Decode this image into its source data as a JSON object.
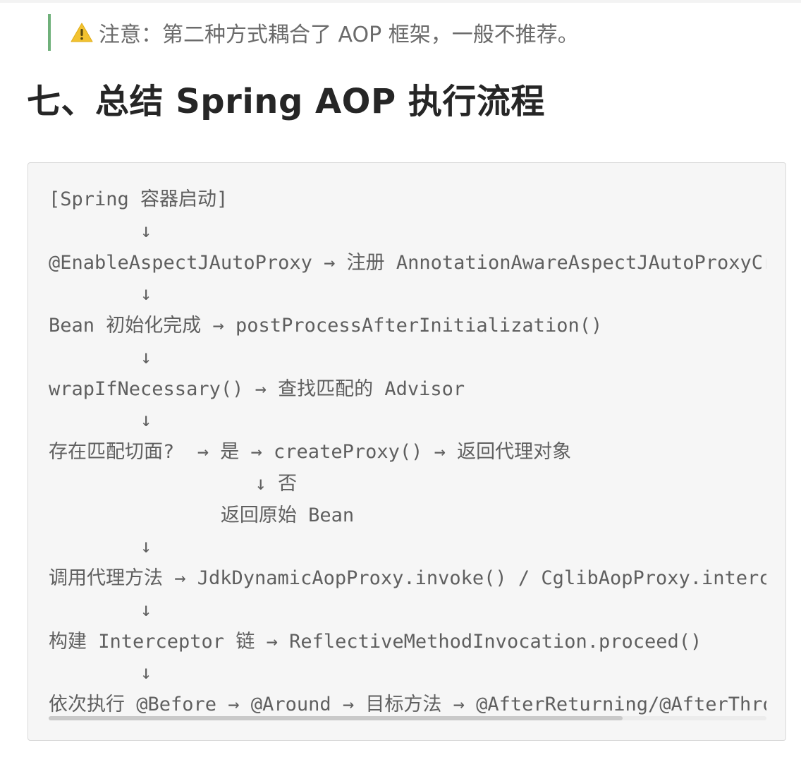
{
  "note": {
    "icon": "warning-icon",
    "text": "注意：第二种方式耦合了 AOP 框架，一般不推荐。",
    "accent_color": "#6fb07a",
    "icon_color": "#f2c230"
  },
  "section": {
    "title": "七、总结 Spring AOP 执行流程"
  },
  "code": {
    "lines": [
      "[Spring 容器启动]",
      "        ↓",
      "@EnableAspectJAutoProxy → 注册 AnnotationAwareAspectJAutoProxyCreator",
      "        ↓",
      "Bean 初始化完成 → postProcessAfterInitialization()",
      "        ↓",
      "wrapIfNecessary() → 查找匹配的 Advisor",
      "        ↓",
      "存在匹配切面?  → 是 → createProxy() → 返回代理对象",
      "                  ↓ 否",
      "               返回原始 Bean",
      "        ↓",
      "调用代理方法 → JdkDynamicAopProxy.invoke() / CglibAopProxy.intercept()",
      "        ↓",
      "构建 Interceptor 链 → ReflectiveMethodInvocation.proceed()",
      "        ↓",
      "依次执行 @Before → @Around → 目标方法 → @AfterReturning/@AfterThrowing"
    ],
    "scroll_fraction": 0.8
  }
}
